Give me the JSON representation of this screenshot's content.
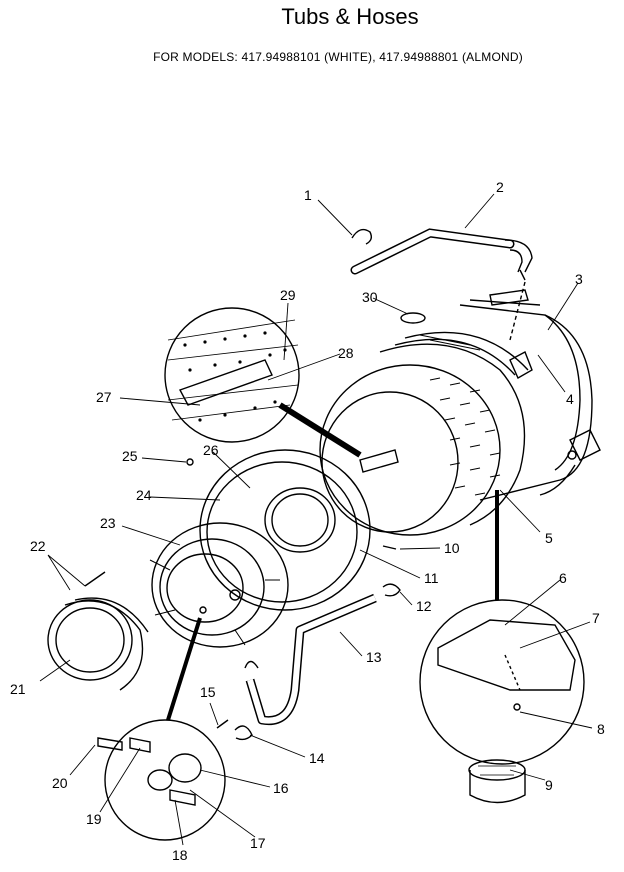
{
  "title": "Tubs & Hoses",
  "subtitle": "FOR MODELS: 417.94988101 (WHITE), 417.94988801 (ALMOND)",
  "callouts": [
    "1",
    "2",
    "3",
    "4",
    "5",
    "6",
    "7",
    "8",
    "9",
    "10",
    "11",
    "12",
    "13",
    "14",
    "15",
    "16",
    "17",
    "18",
    "19",
    "20",
    "21",
    "22",
    "23",
    "24",
    "25",
    "26",
    "27",
    "28",
    "29",
    "30"
  ]
}
